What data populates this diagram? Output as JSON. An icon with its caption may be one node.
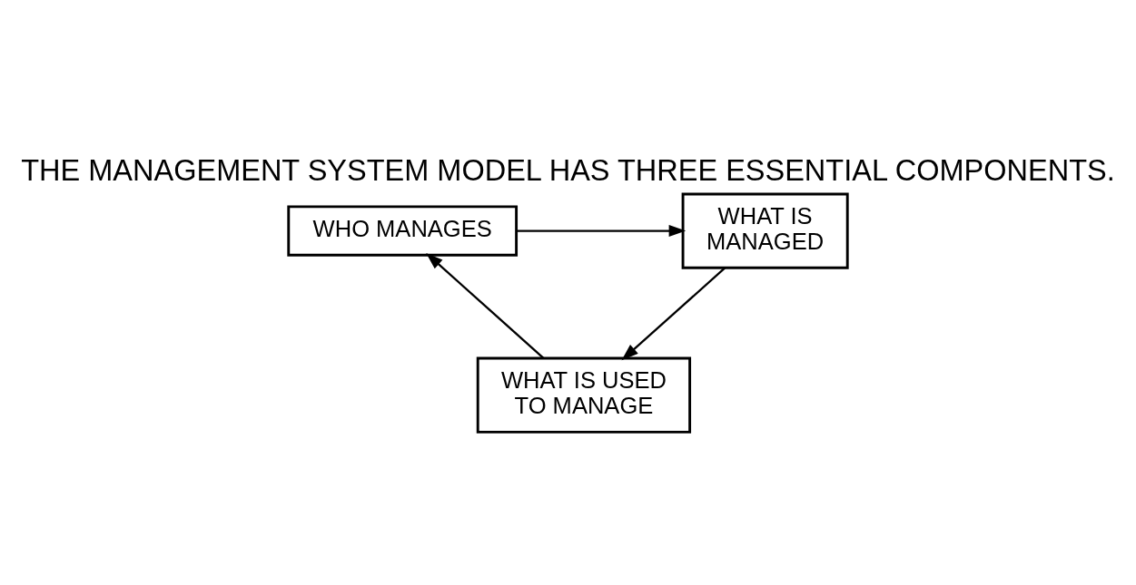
{
  "diagram": {
    "title": "THE MANAGEMENT SYSTEM MODEL HAS THREE ESSENTIAL COMPONENTS.",
    "nodes": [
      {
        "text": [
          "WHO MANAGES"
        ]
      },
      {
        "text": [
          "WHAT IS MANAGED"
        ]
      },
      {
        "text": [
          "WHAT IS USED TO MANAGE"
        ]
      }
    ],
    "edges": [
      {
        "from": 0,
        "to": 1,
        "arrow": "to"
      },
      {
        "from": 1,
        "to": 2,
        "arrow": "to"
      },
      {
        "from": 2,
        "to": 0,
        "arrow": "to"
      }
    ]
  }
}
